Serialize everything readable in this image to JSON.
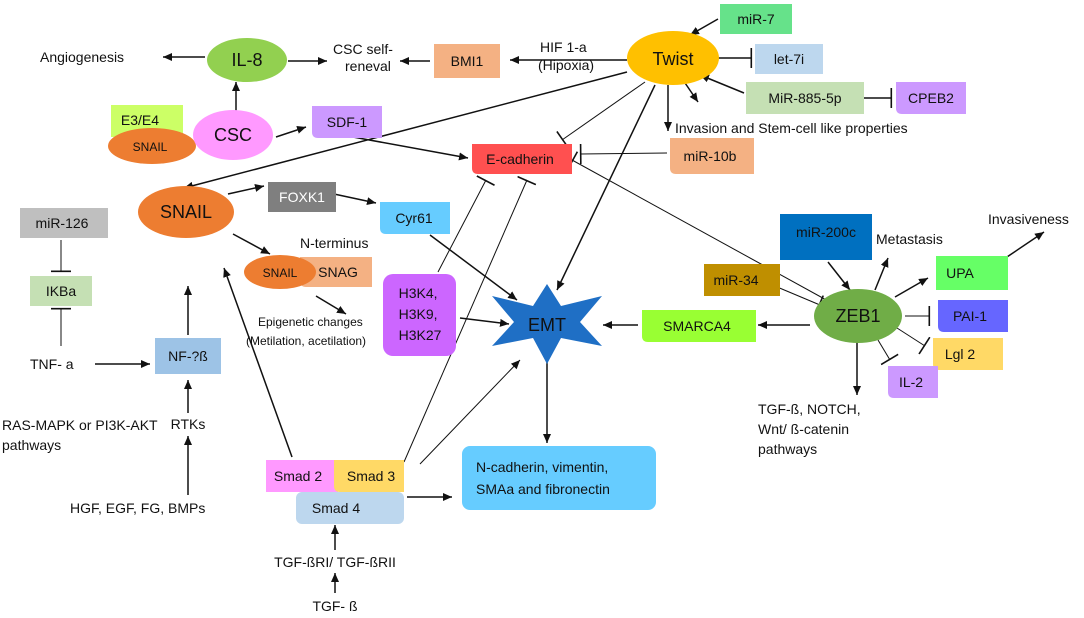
{
  "nodes": {
    "angiogenesis": "Angiogenesis",
    "il8": "IL-8",
    "csc_self_renewal": [
      "CSC self-",
      "reneval"
    ],
    "bmi1": "BMI1",
    "hif": [
      "HIF 1-a",
      "(Hipoxia)"
    ],
    "twist": "Twist",
    "mir7": "miR-7",
    "let7i": "let-7i",
    "mir885": "MiR-885-5p",
    "cpeb2": "CPEB2",
    "invasion_stem": "Invasion and Stem-cell like properties",
    "e3e4": "E3/E4",
    "snail_small": "SNAIL",
    "csc": "CSC",
    "sdf1": "SDF-1",
    "ecadherin": "E-cadherin",
    "mir10b": "miR-10b",
    "snail_main": "SNAIL",
    "foxk1": "FOXK1",
    "cyr61": "Cyr61",
    "mir126": "miR-126",
    "ikba": "IKBa",
    "n_terminus": "N-terminus",
    "snail_snag_a": "SNAIL",
    "snag": "SNAG",
    "epigenetic": [
      "Epigenetic changes",
      "(Metilation, acetilation)"
    ],
    "h3k": [
      "H3K4,",
      "H3K9,",
      "H3K27"
    ],
    "emt": "EMT",
    "smarca4": "SMARCA4",
    "mir200c": "miR-200c",
    "metastasis": "Metastasis",
    "invasiveness": "Invasiveness",
    "upa": "UPA",
    "mir34": "miR-34",
    "zeb1": "ZEB1",
    "pai1": "PAI-1",
    "lgl2": "Lgl 2",
    "il2": "IL-2",
    "tnfa": "TNF- a",
    "nfkb": "NF-?ß",
    "ras_mapk": [
      "RAS-MAPK  or PI3K-AKT",
      "pathways"
    ],
    "rtks": "RTKs",
    "growth_factors": "HGF, EGF, FG,  BMPs",
    "smad2": "Smad 2",
    "smad3": "Smad 3",
    "smad4": "Smad 4",
    "ncadherin": [
      "N-cadherin, vimentin,",
      "SMAa and fibronectin"
    ],
    "tgf_pathways": [
      "TGF-ß, NOTCH,",
      "Wnt/ ß-catenin",
      "pathways"
    ],
    "tgf_receptors": "TGF-ßRI/ TGF-ßRII",
    "tgfb": "TGF- ß"
  },
  "colors": {
    "il8": "#92D050",
    "bmi1": "#F4B183",
    "twist": "#FFC000",
    "mir7": "#66E28A",
    "let7i": "#BDD7EE",
    "mir885": "#C5E0B4",
    "cpeb2": "#CC99FF",
    "e3e4": "#CCFF66",
    "snail": "#ED7D31",
    "csc": "#FF99FF",
    "sdf1": "#CC99FF",
    "ecadherin": "#FF5050",
    "mir10b": "#F4B183",
    "foxk1": "#7F7F7F",
    "cyr61": "#66CCFF",
    "mir126": "#BFBFBF",
    "ikba": "#C5E0B4",
    "snag": "#F4B183",
    "h3k": "#CC66FF",
    "emt": "#1F6FC5",
    "smarca4": "#99FF33",
    "mir200c": "#0070C0",
    "upa": "#66FF66",
    "mir34": "#BF8F00",
    "zeb1": "#70AD47",
    "pai1": "#6666FF",
    "lgl2": "#FFD966",
    "il2": "#CC99FF",
    "nfkb": "#9DC3E6",
    "smad2": "#FF99FF",
    "smad3": "#FFD966",
    "smad4": "#BDD7EE",
    "ncadherin": "#66CCFF"
  }
}
